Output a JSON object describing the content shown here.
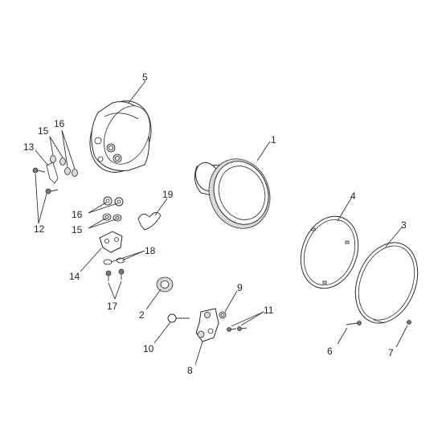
{
  "callouts": {
    "c1": "1",
    "c2": "2",
    "c3": "3",
    "c4": "4",
    "c5": "5",
    "c6": "6",
    "c7": "7",
    "c8": "8",
    "c9": "9",
    "c10": "10",
    "c11": "11",
    "c12": "12",
    "c13": "13",
    "c14": "14",
    "c15a": "15",
    "c15b": "15",
    "c16a": "16",
    "c16b": "16",
    "c17": "17",
    "c18": "18",
    "c19": "19"
  }
}
